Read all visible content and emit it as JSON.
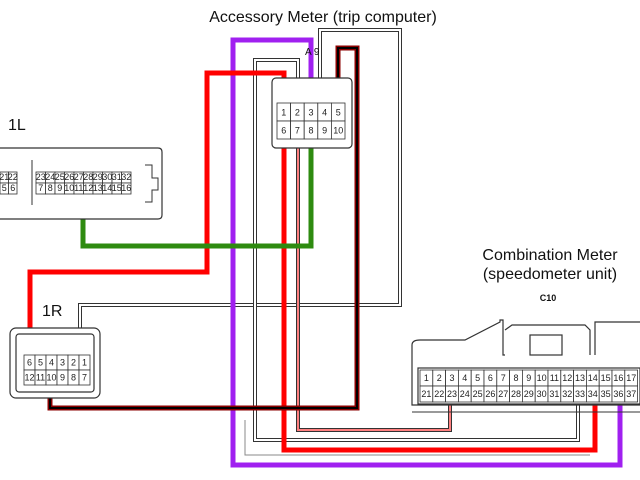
{
  "labels": {
    "accessory_meter": "Accessory Meter (trip computer)",
    "accessory_connector": "A 9",
    "combination_meter_line1": "Combination Meter",
    "combination_meter_line2": "(speedometer unit)",
    "combination_connector": "C10",
    "connector_1l": "1L",
    "connector_1r": "1R"
  },
  "accessory_pins": {
    "top": [
      "1",
      "2",
      "3",
      "4",
      "5"
    ],
    "bottom": [
      "6",
      "7",
      "8",
      "9",
      "10"
    ]
  },
  "connector_1l_pins": {
    "left_top": [
      "21",
      "22"
    ],
    "left_bottom": [
      "5",
      "6"
    ],
    "top": [
      "23",
      "24",
      "25",
      "26",
      "27",
      "28",
      "29",
      "30",
      "31",
      "32"
    ],
    "bottom": [
      "7",
      "8",
      "9",
      "10",
      "11",
      "12",
      "13",
      "14",
      "15",
      "16"
    ]
  },
  "connector_1r_pins": {
    "top": [
      "6",
      "5",
      "4",
      "3",
      "2",
      "1"
    ],
    "bottom": [
      "12",
      "11",
      "10",
      "9",
      "8",
      "7"
    ]
  },
  "combination_pins": {
    "top": [
      "1",
      "2",
      "3",
      "4",
      "5",
      "6",
      "7",
      "8",
      "9",
      "10",
      "11",
      "12",
      "13",
      "14",
      "15",
      "16",
      "17"
    ],
    "bottom": [
      "21",
      "22",
      "23",
      "24",
      "25",
      "26",
      "27",
      "28",
      "29",
      "30",
      "31",
      "32",
      "33",
      "34",
      "35",
      "36",
      "37"
    ]
  },
  "wire_colors": {
    "purple": "#a020f0",
    "red": "#ff0000",
    "green": "#2e8b10",
    "black_red": "#8b0000",
    "white": "#ffffff",
    "white_red": "#ff8080"
  }
}
